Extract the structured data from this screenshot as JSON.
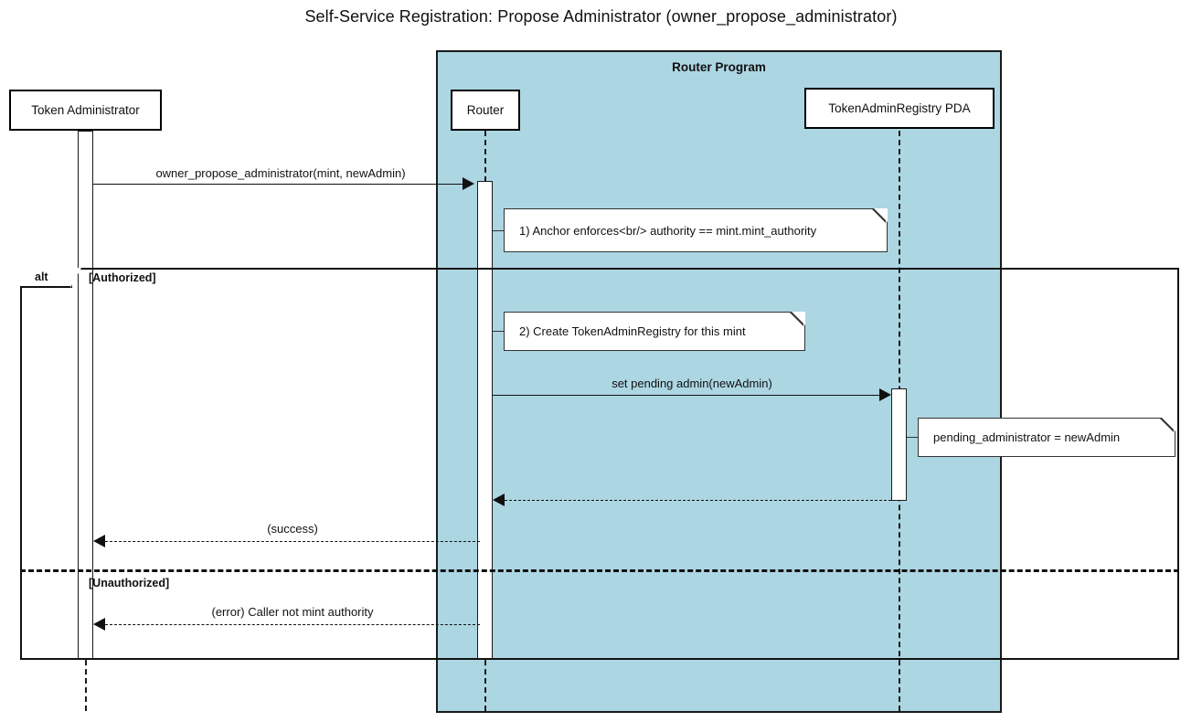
{
  "diagram": {
    "title": "Self-Service Registration: Propose Administrator (owner_propose_administrator)",
    "type": "uml-sequence-diagram",
    "colors": {
      "group_fill": "#ADD6E3",
      "stroke": "#111111",
      "note_fill": "#FFFFFF",
      "background": "#FFFFFF"
    }
  },
  "group": {
    "label": "Router Program"
  },
  "participants": [
    {
      "id": "token-administrator",
      "label": "Token Administrator"
    },
    {
      "id": "router",
      "label": "Router"
    },
    {
      "id": "token-admin-registry-pda",
      "label": "TokenAdminRegistry PDA"
    }
  ],
  "messages": [
    {
      "id": "msg-propose",
      "label": "owner_propose_administrator(mint, newAdmin)",
      "from": "token-administrator",
      "to": "router",
      "style": "solid",
      "direction": "right"
    },
    {
      "id": "msg-set-pending-admin",
      "label": "set pending admin(newAdmin)",
      "from": "router",
      "to": "token-admin-registry-pda",
      "style": "solid",
      "direction": "right"
    },
    {
      "id": "msg-pda-return",
      "label": "",
      "from": "token-admin-registry-pda",
      "to": "router",
      "style": "dashed",
      "direction": "left"
    },
    {
      "id": "msg-success",
      "label": "(success)",
      "from": "router",
      "to": "token-administrator",
      "style": "dashed",
      "direction": "left"
    },
    {
      "id": "msg-error",
      "label": "(error) Caller not mint authority",
      "from": "router",
      "to": "token-administrator",
      "style": "dashed",
      "direction": "left"
    }
  ],
  "notes": [
    {
      "id": "note-anchor-enforces",
      "text": "1) Anchor enforces<br/> authority == mint.mint_authority",
      "attached_to": "router"
    },
    {
      "id": "note-create-registry",
      "text": "2) Create TokenAdminRegistry for this mint",
      "attached_to": "router"
    },
    {
      "id": "note-pending-administrator",
      "text": "pending_administrator = newAdmin",
      "attached_to": "token-admin-registry-pda"
    }
  ],
  "fragment": {
    "kind": "alt",
    "guards": [
      {
        "id": "guard-authorized",
        "label": "[Authorized]"
      },
      {
        "id": "guard-unauthorized",
        "label": "[Unauthorized]"
      }
    ]
  }
}
